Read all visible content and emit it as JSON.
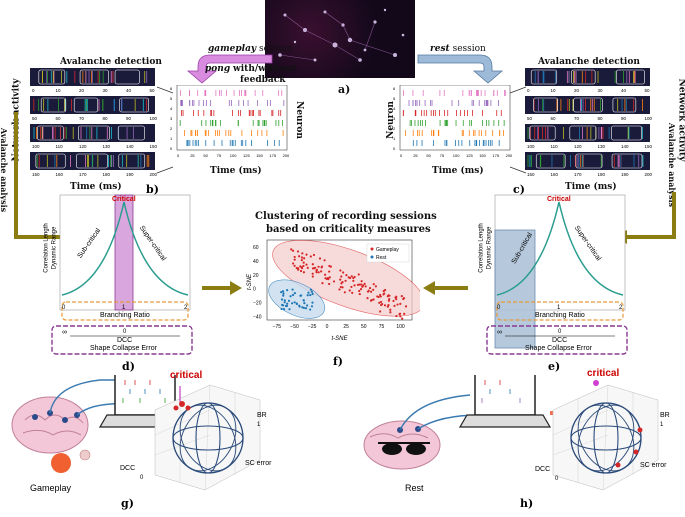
{
  "top": {
    "gameplay_session": "gameplay",
    "session_word": "session",
    "pong": "pong",
    "with_without": "with/without",
    "feedback": "feedback",
    "rest_session": "rest",
    "panel_a": "a)"
  },
  "panel_b": {
    "title": "Avalanche detection",
    "network_activity": "Network activity",
    "avalanche_analysis": "Avalanche analysis",
    "time_axis": "Time (ms)",
    "raster_time_axis": "Time (ms)",
    "neuron_label": "Neuron",
    "letter": "b)",
    "row_ticks": [
      [
        "0",
        "10",
        "20",
        "30",
        "40",
        "50"
      ],
      [
        "50",
        "60",
        "70",
        "80",
        "90",
        "100"
      ],
      [
        "100",
        "110",
        "120",
        "130",
        "140",
        "150"
      ],
      [
        "150",
        "160",
        "170",
        "180",
        "190",
        "200"
      ]
    ],
    "raster_x_ticks": [
      "0",
      "25",
      "50",
      "75",
      "100",
      "125",
      "150",
      "175",
      "200"
    ],
    "raster_y_ticks": [
      "6",
      "5",
      "4",
      "3",
      "2",
      "1",
      "0"
    ]
  },
  "panel_c": {
    "title": "Avalanche detection",
    "network_activity": "Network activity",
    "avalanche_analysis": "Avalanche analysis",
    "time_axis": "Time (ms)",
    "raster_time_axis": "Time (ms)",
    "neuron_label": "Neuron",
    "letter": "c)",
    "row_ticks": [
      [
        "0",
        "10",
        "20",
        "30",
        "40",
        "50"
      ],
      [
        "50",
        "60",
        "70",
        "80",
        "90",
        "100"
      ],
      [
        "100",
        "110",
        "120",
        "130",
        "140",
        "150"
      ],
      [
        "150",
        "160",
        "170",
        "180",
        "190",
        "200"
      ]
    ],
    "raster_x_ticks": [
      "0",
      "25",
      "50",
      "75",
      "100",
      "125",
      "150",
      "175",
      "200"
    ],
    "raster_y_ticks": [
      "6",
      "5",
      "4",
      "3",
      "2",
      "1",
      "0"
    ]
  },
  "panel_d": {
    "critical": "Critical",
    "sub": "Sub-critical",
    "super": "Super-critical",
    "ylabel1": "Correlation Length",
    "ylabel2": "Dynamic Range",
    "br": "Branching Ratio",
    "dcc": "DCC",
    "sce": "Shape Collapse Error",
    "br_ticks": [
      "0",
      "1",
      "2"
    ],
    "dcc_ticks": [
      "0",
      "∞"
    ],
    "letter": "d)"
  },
  "panel_e": {
    "critical": "Critical",
    "sub": "Sub-critical",
    "super": "Super-critical",
    "ylabel1": "Correlation Length",
    "ylabel2": "Dynamic Range",
    "br": "Branching Ratio",
    "dcc": "DCC",
    "sce": "Shape Collapse Error",
    "br_ticks": [
      "0",
      "1",
      "2"
    ],
    "dcc_ticks": [
      "0",
      "∞"
    ],
    "letter": "e)"
  },
  "panel_f": {
    "title1": "Clustering of recording sessions",
    "title2": "based on criticality measures",
    "xlabel": "t-SNE",
    "ylabel": "t-SNE",
    "x_ticks": [
      "−75",
      "−50",
      "−25",
      "0",
      "25",
      "50",
      "75",
      "100"
    ],
    "y_ticks": [
      "60",
      "40",
      "20",
      "0",
      "−20",
      "−40"
    ],
    "legend": [
      "Gameplay",
      "Rest"
    ],
    "letter": "f)"
  },
  "panel_g": {
    "critical": "critical",
    "br": "BR",
    "dcc": "DCC",
    "sc": "SC error",
    "one": "1",
    "zero": "0",
    "caption": "Gameplay",
    "letter": "g)"
  },
  "panel_h": {
    "critical": "critical",
    "br": "BR",
    "dcc": "DCC",
    "sc": "SC error",
    "one": "1",
    "zero": "0",
    "caption": "Rest",
    "letter": "h)"
  },
  "colors": {
    "gameplay_red": "#d62728",
    "rest_blue": "#1f77b4",
    "purple": "#c050c0",
    "olive": "#8b7d12",
    "critical_red": "#cc0000"
  }
}
